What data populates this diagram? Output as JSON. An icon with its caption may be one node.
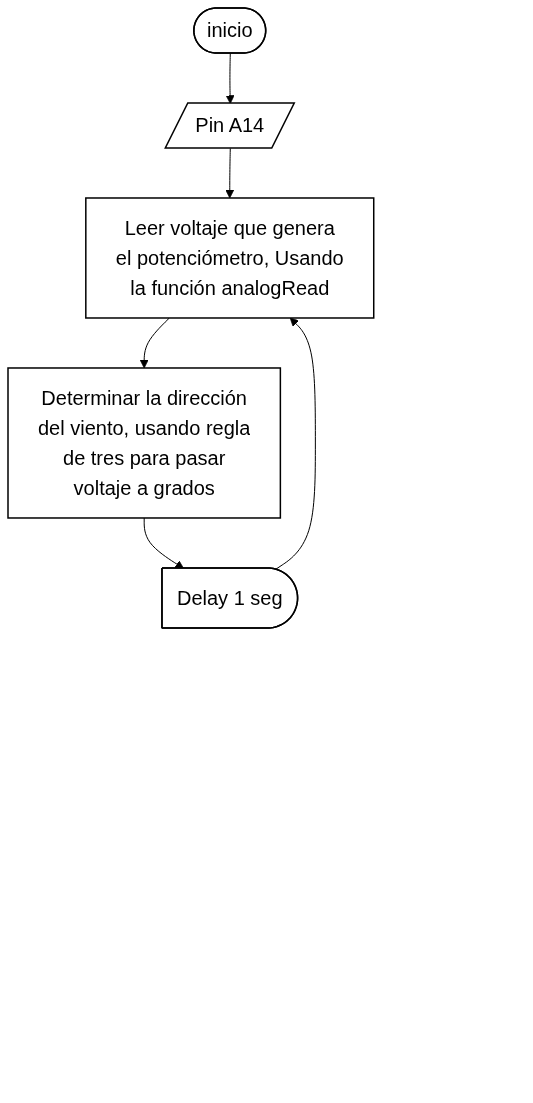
{
  "diagram": {
    "nodes": [
      {
        "text": [
          "inicio"
        ]
      },
      {
        "text": [
          "Pin A14"
        ]
      },
      {
        "text": [
          "Leer voltaje que genera el potenciómetro, Usando la función analogRead"
        ]
      },
      {
        "text": [
          "Determinar la dirección del viento, usando regla de tres para pasar voltaje a grados"
        ]
      },
      {
        "text": [
          "Delay 1 seg"
        ]
      }
    ],
    "edges": [
      {
        "from": 0,
        "to": 1,
        "arrow": "to"
      },
      {
        "from": 1,
        "to": 2,
        "arrow": "to"
      },
      {
        "from": 2,
        "to": 3,
        "arrow": "to"
      },
      {
        "from": 3,
        "to": 4,
        "arrow": "to"
      },
      {
        "from": 4,
        "to": 2,
        "arrow": "to"
      }
    ]
  }
}
